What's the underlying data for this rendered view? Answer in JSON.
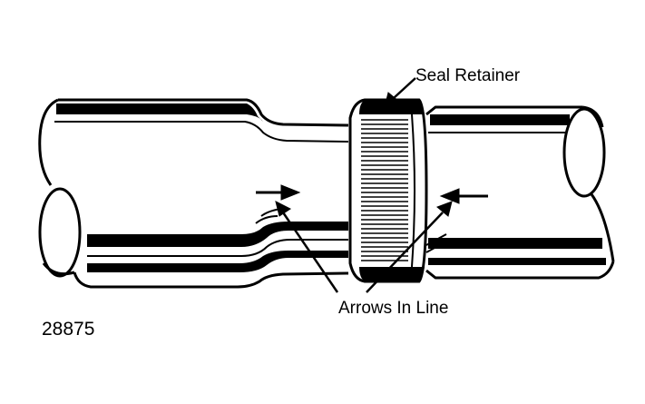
{
  "labels": {
    "seal_retainer": "Seal Retainer",
    "arrows_in_line": "Arrows In Line",
    "figure_number": "28875"
  },
  "colors": {
    "ink": "#000000",
    "paper": "#ffffff"
  }
}
